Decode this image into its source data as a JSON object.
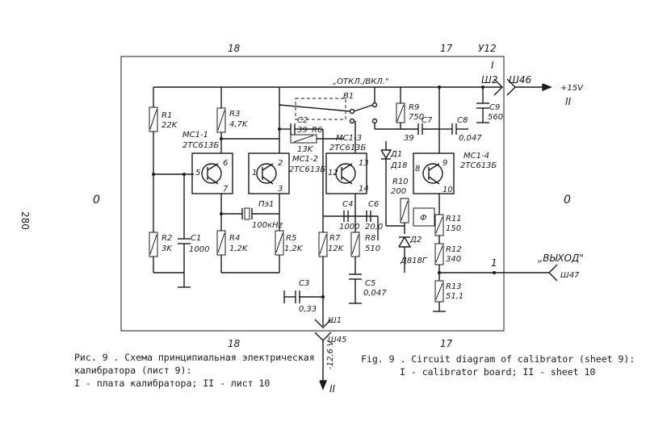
{
  "page_number": "280",
  "sheet_numbers": {
    "top_left": "18",
    "top_right": "17",
    "bottom_left": "18",
    "bottom_right": "17"
  },
  "board": {
    "id": "У12",
    "roman": "I"
  },
  "side_marks": {
    "left": "0",
    "right": "0"
  },
  "switch": {
    "label": "„ОТКЛ./ВКЛ.\"",
    "ref": "В1"
  },
  "connectors": {
    "top_plug": "Ш2",
    "top_out": "Ш46",
    "bottom_plug": "Ш1",
    "bottom_out": "Ш45",
    "right_out": "Ш47"
  },
  "supplies": {
    "pos": "+15V",
    "pos_sheet": "II",
    "neg": "-12,6 V",
    "neg_sheet": "II"
  },
  "output": {
    "label": "„ВЫХОД\"",
    "pin": "1"
  },
  "chips": [
    {
      "ref": "МС1-1",
      "type": "2ТС613Б",
      "pins": [
        "5",
        "6",
        "7"
      ]
    },
    {
      "ref": "МС1-2",
      "type": "2ТС613Б",
      "pins": [
        "1",
        "2",
        "3"
      ]
    },
    {
      "ref": "МС1-3",
      "type": "2ТС613Б",
      "pins": [
        "12",
        "13",
        "14"
      ]
    },
    {
      "ref": "МС1-4",
      "type": "2ТС613Б",
      "pins": [
        "8",
        "9",
        "10"
      ]
    }
  ],
  "resistors": [
    {
      "ref": "R1",
      "value": "22K"
    },
    {
      "ref": "R2",
      "value": "3K"
    },
    {
      "ref": "R3",
      "value": "4,7K"
    },
    {
      "ref": "R4",
      "value": "1,2K"
    },
    {
      "ref": "R5",
      "value": "1,2K"
    },
    {
      "ref": "R6",
      "value": "13K"
    },
    {
      "ref": "R7",
      "value": "12K"
    },
    {
      "ref": "R8",
      "value": "510"
    },
    {
      "ref": "R9",
      "value": "750"
    },
    {
      "ref": "R10",
      "value": "200"
    },
    {
      "ref": "R11",
      "value": "150"
    },
    {
      "ref": "R12",
      "value": "340"
    },
    {
      "ref": "R13",
      "value": "51,1"
    }
  ],
  "capacitors": [
    {
      "ref": "C1",
      "value": "1000"
    },
    {
      "ref": "C2",
      "value": "39"
    },
    {
      "ref": "C3",
      "value": "0,33"
    },
    {
      "ref": "C4",
      "value": "1000"
    },
    {
      "ref": "C5",
      "value": "0,047"
    },
    {
      "ref": "C6",
      "value": "20,0"
    },
    {
      "ref": "C7",
      "value": "39"
    },
    {
      "ref": "C8",
      "value": "0,047"
    },
    {
      "ref": "C9",
      "value": "560"
    }
  ],
  "crystal": {
    "ref": "Пэ1",
    "value": "100кHz"
  },
  "diodes": [
    {
      "ref": "Д1",
      "type": "Д18"
    },
    {
      "ref": "Д2",
      "type": "Д818Г"
    }
  ],
  "meter_symbol": "Ф",
  "caption_ru": [
    "Рис. 9 . Схема принципиальная электрическая",
    "калибратора (лист 9):",
    "I - плата калибратора; II - лист 10"
  ],
  "caption_en": [
    "Fig. 9 . Circuit diagram of calibrator (sheet 9):",
    "I - calibrator board; II - sheet 10"
  ]
}
